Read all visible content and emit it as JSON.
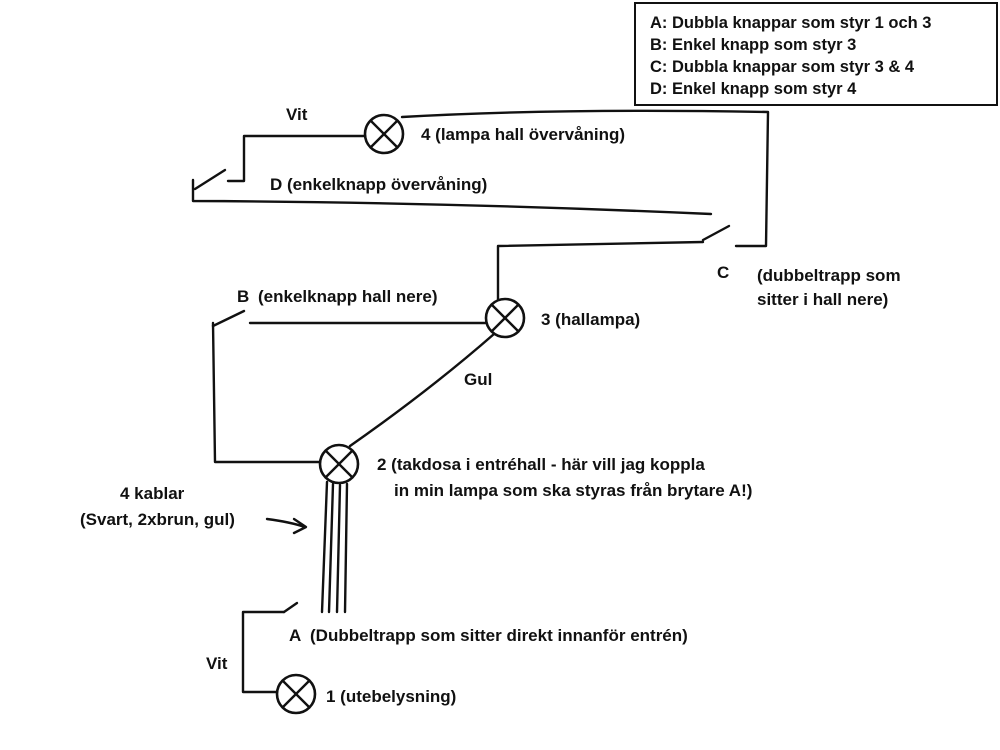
{
  "legend": [
    "A: Dubbla knappar som styr 1 och 3",
    "B: Enkel knapp som styr 3",
    "C: Dubbla knappar som styr 3 & 4",
    "D: Enkel knapp som styr 4"
  ],
  "lamps": {
    "lamp1": "1 (utebelysning)",
    "lamp2_line1": "2 (takdosa i entréhall - här vill jag koppla",
    "lamp2_line2": "in min lampa som ska styras från brytare A!)",
    "lamp3": "3 (hallampa)",
    "lamp4": "4 (lampa hall övervåning)"
  },
  "switches": {
    "a_letter": "A",
    "a_desc": "(Dubbeltrapp som sitter direkt innanför entrén)",
    "b_letter": "B",
    "b_desc": "(enkelknapp hall nere)",
    "c_letter": "C",
    "c_desc_line1": "(dubbeltrapp som",
    "c_desc_line2": "sitter i hall nere)",
    "d_desc": "D (enkelknapp övervåning)"
  },
  "wires": {
    "vit_top": "Vit",
    "vit_bottom": "Vit",
    "gul": "Gul"
  },
  "cables": {
    "line1": "4 kablar",
    "line2": "(Svart, 2xbrun, gul)"
  }
}
